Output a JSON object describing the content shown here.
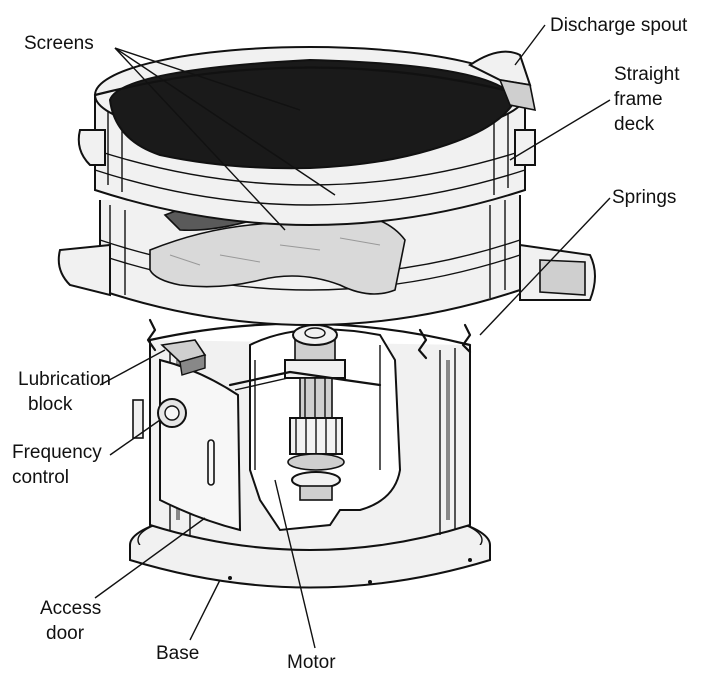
{
  "labels": {
    "screens": "Screens",
    "discharge_spout": "Discharge spout",
    "straight_frame_deck": [
      "Straight",
      "frame",
      "deck"
    ],
    "springs": "Springs",
    "lubrication_block": [
      "Lubrication",
      "block"
    ],
    "frequency_control": [
      "Frequency",
      "control"
    ],
    "access_door": [
      "Access",
      "door"
    ],
    "base": "Base",
    "motor": "Motor"
  },
  "colors": {
    "ink": "#111111",
    "background": "#ffffff",
    "screen_top": "#1a1a1a",
    "screen_mid": "#5a5a5a",
    "screen_fine": "#d9d9d9"
  }
}
